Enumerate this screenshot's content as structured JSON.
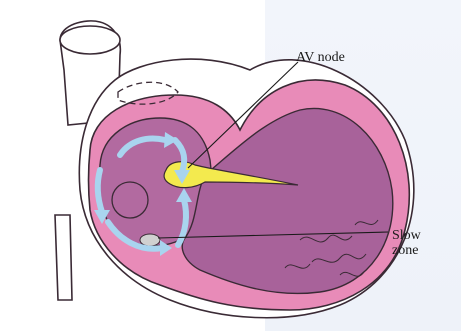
{
  "labels": {
    "av_node": "AV node",
    "slow_zone_line1": "Slow",
    "slow_zone_line2": "zone"
  },
  "colors": {
    "myocardium": "#e57fb0",
    "chamber": "#b06a9c",
    "chamber_inner": "#9e5a8c",
    "outline": "#3a2a35",
    "av_node": "#f3ea4e",
    "arrow": "#a9d4ef",
    "vessel": "#ffffff"
  },
  "icons": [
    "reentry-circuit-arrows"
  ]
}
